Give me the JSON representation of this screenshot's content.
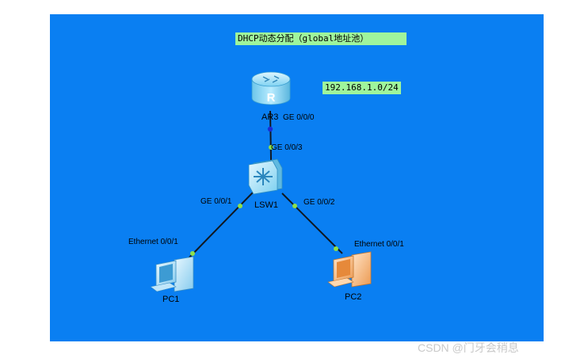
{
  "diagram": {
    "title": "DHCP动态分配（global地址池）",
    "network_note": "192.168.1.0/24",
    "devices": {
      "router": {
        "name": "AR3",
        "port": "GE 0/0/0"
      },
      "switch": {
        "name": "LSW1",
        "ports": {
          "uplink": "GE 0/0/3",
          "left": "GE 0/0/1",
          "right": "GE 0/0/2"
        }
      },
      "pc1": {
        "name": "PC1",
        "port": "Ethernet 0/0/1"
      },
      "pc2": {
        "name": "PC2",
        "port": "Ethernet 0/0/1"
      }
    },
    "links": [
      {
        "from": "AR3 GE 0/0/0",
        "to": "LSW1 GE 0/0/3"
      },
      {
        "from": "LSW1 GE 0/0/1",
        "to": "PC1 Ethernet 0/0/1"
      },
      {
        "from": "LSW1 GE 0/0/2",
        "to": "PC2 Ethernet 0/0/1"
      }
    ]
  },
  "watermark": "CSDN @门牙会稍息",
  "colors": {
    "canvas": "#0a7ff2",
    "note": "#9ff59c",
    "link": "#101820",
    "port_up": "#8ee04a",
    "port_router": "#1a2bd6",
    "pc2_accent": "#f0a35c"
  },
  "icons": [
    "router-icon",
    "switch-icon",
    "pc-icon"
  ]
}
